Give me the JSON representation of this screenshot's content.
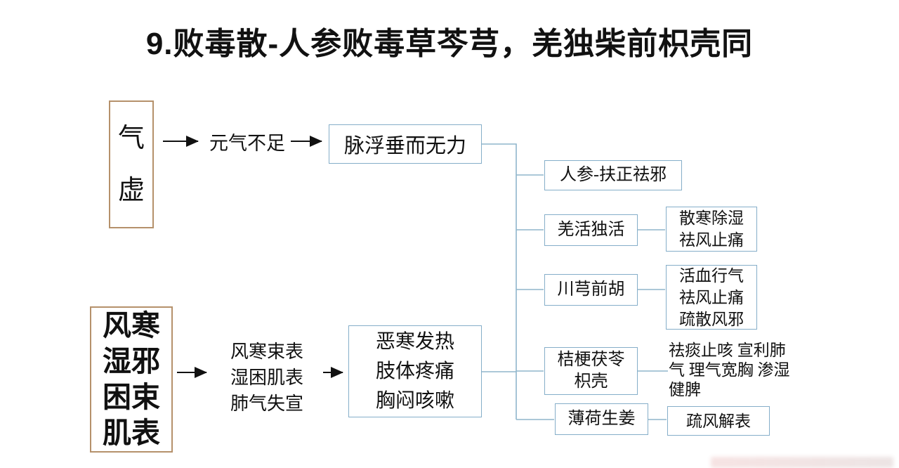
{
  "title": "9.败毒散-人参败毒草芩芎，羌独柴前枳壳同",
  "left": {
    "qixu": "气\n虚",
    "fenghan": "风寒\n湿邪\n困束\n肌表"
  },
  "flow1": {
    "label": "元气不足",
    "box": "脉浮垂而无力"
  },
  "flow2": {
    "label": "风寒束表\n湿困肌表\n肺气失宣",
    "box": "恶寒发热\n肢体疼痛\n胸闷咳嗽"
  },
  "branches": [
    {
      "herb": "人参-扶正祛邪",
      "effect": ""
    },
    {
      "herb": "羌活独活",
      "effect": "散寒除湿\n祛风止痛"
    },
    {
      "herb": "川芎前胡",
      "effect": "活血行气\n祛风止痛\n疏散风邪"
    },
    {
      "herb": "桔梗茯苓\n枳壳",
      "effect": "祛痰止咳 宣利肺\n气 理气宽胸 渗湿\n健脾"
    },
    {
      "herb": "薄荷生姜",
      "effect": "疏风解表"
    }
  ],
  "colors": {
    "ink": "#111111",
    "tan_border": "#b5916b",
    "blue_border": "#85aec9",
    "connector_line": "#8fb6cc",
    "background": "#ffffff"
  }
}
